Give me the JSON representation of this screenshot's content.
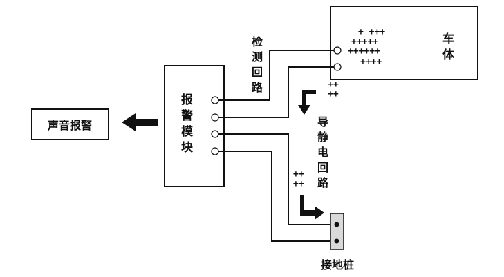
{
  "labels": {
    "car_body": "车体",
    "sound_alarm": "声音报警",
    "alarm_module": "报警模块",
    "detect_loop": "检测回路",
    "static_loop": "导静电回路",
    "ground_pile": "接地桩"
  },
  "charges": {
    "body_rows": [
      "+ +++",
      "+++++",
      "++++++",
      "++++"
    ],
    "static_top": [
      "++",
      "++"
    ],
    "static_bottom": [
      "++",
      "++"
    ]
  },
  "colors": {
    "line": "#111111",
    "background": "#ffffff",
    "pile_fill": "#d9d9d9"
  },
  "icons": {
    "alarm_arrow": "arrow-left-icon",
    "static_arrow_down": "arrow-down-icon",
    "static_arrow_right": "arrow-right-icon"
  }
}
